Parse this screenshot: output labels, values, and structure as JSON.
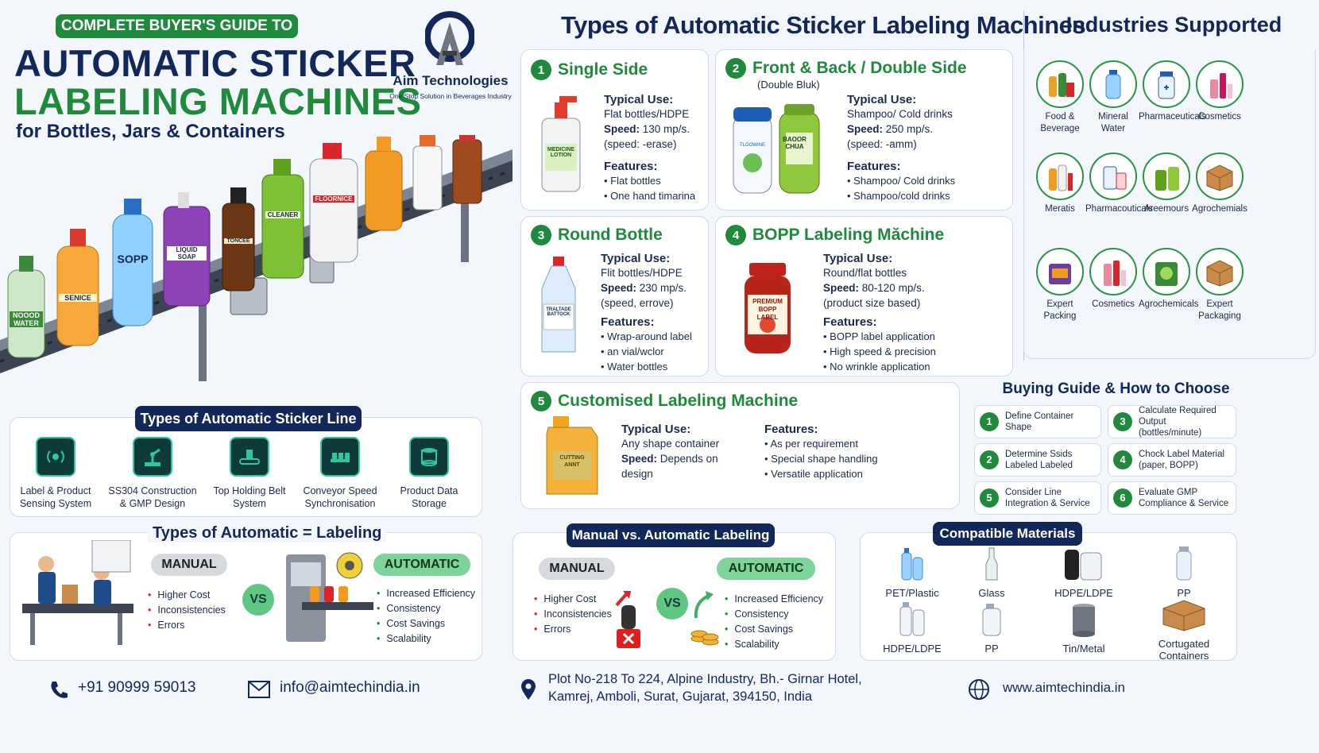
{
  "header": {
    "badge": "COMPLETE BUYER'S GUIDE TO",
    "title_line1": "AUTOMATIC STICKER",
    "title_line2": "LABELING MACHINES",
    "subtitle": "for Bottles, Jars & Containers",
    "brand_name": "Aim Technologies",
    "brand_tagline": "One Stop Solution in Beverages Industry"
  },
  "bottle_labels": [
    "NOOOD WATER",
    "SENICE",
    "SOPP",
    "LIQUID SOAP",
    "TONCEE",
    "CLEANER",
    "FLOORNICE"
  ],
  "machine_types": {
    "heading": "Types of Automatic Sticker Labeling Machines",
    "typical_use_label": "Typical Use:",
    "speed_label": "Speed:",
    "features_label": "Features:",
    "cards": [
      {
        "num": "1",
        "title": "Single Side",
        "note": "",
        "use": "Flat bottles/HDPE",
        "speed": "130 mp/s.",
        "speed_note": "(speed: -erase)",
        "bottle_text": "MEDICINE LOTION",
        "features": [
          "Flat bottles",
          "One hand timarina"
        ]
      },
      {
        "num": "2",
        "title": "Front & Back / Double Side",
        "note": "(Double Bluk)",
        "use": "Shampoo/ Cold drinks",
        "speed": "250 mp/s.",
        "speed_note": "(speed: -amm)",
        "bottle_text": "BAOOR CHUA",
        "bottle_text2": "TLGOWINE",
        "features": [
          "Shampoo/ Cold drinks",
          "Shampoo/cold drinks"
        ]
      },
      {
        "num": "3",
        "title": "Round Bottle",
        "note": "",
        "use": "Flit bottles/HDPE",
        "speed": "230 mp/s.",
        "speed_note": "(speed, errove)",
        "bottle_text": "TRALTADE BATTOCK",
        "features": [
          "Wrap-around label",
          "an vial/wclor",
          "Water bottles"
        ]
      },
      {
        "num": "4",
        "title": "BOPP Labeling Măchine",
        "note": "",
        "use": "Round/flat bottles",
        "speed": "80-120 mp/s.",
        "speed_note": "(product size based)",
        "bottle_text": "PREMIUM BOPP LABEL",
        "features": [
          "BOPP label application",
          "High speed & precision",
          "No wrinkle application"
        ]
      },
      {
        "num": "5",
        "title": "Customised Labeling Machine",
        "note": "",
        "use": "Any shape container",
        "speed": "Depends on design",
        "speed_note": "",
        "bottle_text": "CUTTING ANNT",
        "features": [
          "As per requirement",
          "Special shape handling",
          "Versatile application"
        ]
      }
    ]
  },
  "industries": {
    "heading": "Industries Supported",
    "items": [
      {
        "label": "Food & Beverage",
        "icon": "food-beverage-icon"
      },
      {
        "label": "Mineral Water",
        "icon": "water-bottle-icon"
      },
      {
        "label": "Pharmaceuticals",
        "icon": "pharma-icon"
      },
      {
        "label": "Cosmetics",
        "icon": "cosmetics-icon"
      },
      {
        "label": "Meratis",
        "icon": "bottles-icon"
      },
      {
        "label": "Pharmacouticals",
        "icon": "pills-icon"
      },
      {
        "label": "Areemours",
        "icon": "jars-icon"
      },
      {
        "label": "Agrochemials",
        "icon": "box-icon"
      },
      {
        "label": "Expert Packing",
        "icon": "packing-icon"
      },
      {
        "label": "Cosmetics",
        "icon": "cosmetics-icon"
      },
      {
        "label": "Agrochemicals",
        "icon": "agro-icon"
      },
      {
        "label": "Expert Packaging",
        "icon": "box-icon"
      }
    ]
  },
  "buying_guide": {
    "heading": "Buying Guide & How to Choose",
    "steps": [
      {
        "num": "1",
        "text": "Define Container Shape"
      },
      {
        "num": "3",
        "text": "Calculate Required Output (bottles/minute)"
      },
      {
        "num": "2",
        "text": "Determine Ssids Labeled Labeled"
      },
      {
        "num": "4",
        "text": "Chock Label Material (paper, BOPP)"
      },
      {
        "num": "5",
        "text": "Consider Line Integration & Service"
      },
      {
        "num": "6",
        "text": "Evaluate GMP Compliance & Service"
      }
    ]
  },
  "sticker_line": {
    "heading": "Types of Automatic Sticker Line",
    "items": [
      {
        "label": "Label & Product Sensing System",
        "icon": "sensor-icon"
      },
      {
        "label": "SS304 Construction & GMP Design",
        "icon": "robot-arm-icon"
      },
      {
        "label": "Top Holding Belt System",
        "icon": "belt-icon"
      },
      {
        "label": "Conveyor Speed Synchronisation",
        "icon": "conveyor-icon"
      },
      {
        "label": "Product Data Storage",
        "icon": "database-icon"
      }
    ]
  },
  "auto_labeling": {
    "heading_part1": "Types of Automatic",
    "heading_sym": "=",
    "heading_part2": "Labeling",
    "manual_tag": "MANUAL",
    "automatic_tag": "AUTOMATIC",
    "vs": "VS",
    "manual_points": [
      "Higher Cost",
      "Inconsistencies",
      "Errors"
    ],
    "auto_points": [
      "Increased Efficiency",
      "Consistency",
      "Cost Savings",
      "Scalability"
    ]
  },
  "manual_vs_auto": {
    "heading": "Manual vs. Automatic Labeling",
    "manual_tag": "MANUAL",
    "automatic_tag": "AUTOMATIC",
    "vs": "VS",
    "manual_points": [
      "Higher Cost",
      "Inconsistencies",
      "Errors"
    ],
    "auto_points": [
      "Increased Efficiency",
      "Consistency",
      "Cost Savings",
      "Scalability"
    ]
  },
  "materials": {
    "heading": "Compatible Materials",
    "items": [
      {
        "label": "PET/Plastic",
        "icon": "pet-bottle-icon"
      },
      {
        "label": "Glass",
        "icon": "glass-bottle-icon"
      },
      {
        "label": "HDPE/LDPE",
        "icon": "hdpe-jug-icon"
      },
      {
        "label": "PP",
        "icon": "pp-bottle-icon"
      },
      {
        "label": "HDPE/LDPE",
        "icon": "hdpe-bottle-icon"
      },
      {
        "label": "PP",
        "icon": "pp-jug-icon"
      },
      {
        "label": "Tin/Metal",
        "icon": "tin-can-icon"
      },
      {
        "label": "Cortugated Containers",
        "icon": "carton-icon"
      }
    ]
  },
  "contact": {
    "phone": "+91 90999 59013",
    "email": "info@aimtechindia.in",
    "address_line1": "Plot No-218 To 224, Alpine Industry, Bh.- Girnar Hotel,",
    "address_line2": "Kamrej, Amboli, Surat, Gujarat, 394150, India",
    "website": "www.aimtechindia.in"
  },
  "colors": {
    "navy": "#13285a",
    "green": "#1f8a3c",
    "light_green": "#7ed39a",
    "red": "#d62828"
  }
}
